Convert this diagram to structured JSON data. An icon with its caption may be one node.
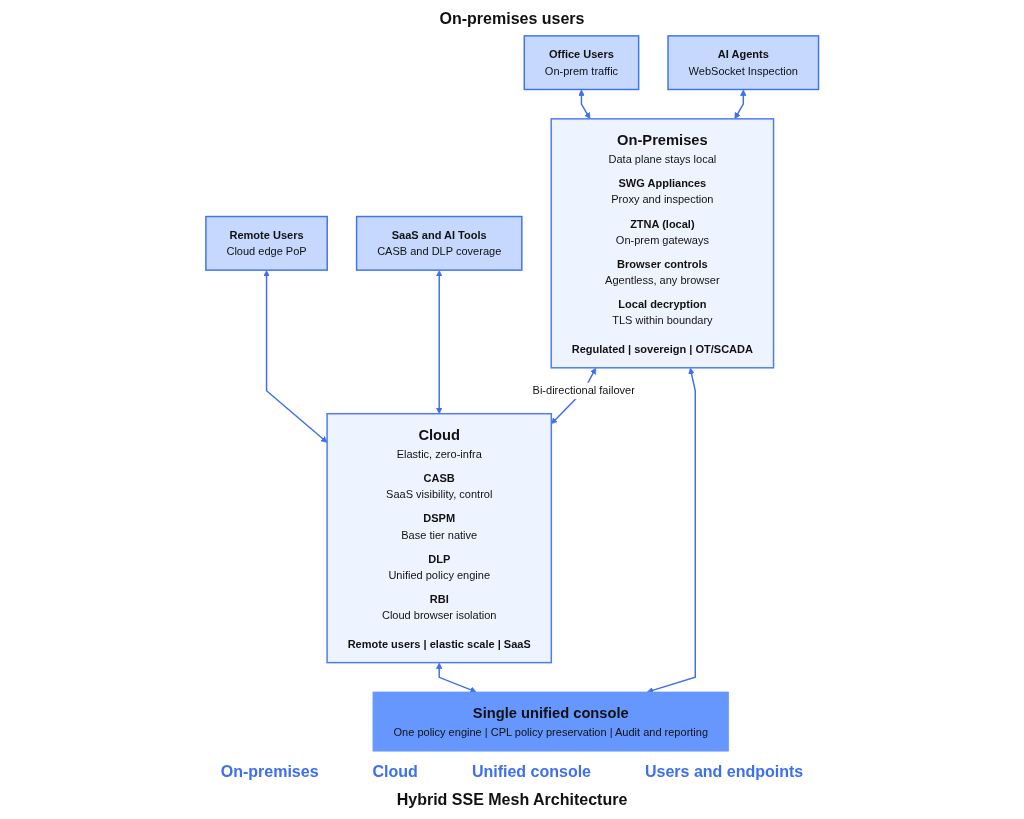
{
  "diagram": {
    "caption": "Hybrid SSE Mesh Architecture",
    "nodes": [
      {
        "text": [
          "Office Users",
          "On-prem traffic"
        ]
      },
      {
        "text": [
          "AI Agents",
          "WebSocket Inspection"
        ]
      },
      {
        "text": [
          "Remote Users",
          "Cloud edge PoP"
        ]
      },
      {
        "text": [
          "SaaS and AI Tools",
          "CASB and DLP coverage"
        ]
      },
      {
        "text": [
          "On-Premises",
          "Data plane stays local",
          "SWG Appliances",
          "Proxy and inspection",
          "ZTNA (local)",
          "On-prem gateways",
          "Browser controls",
          "Agentless, any browser",
          "Local decryption",
          "TLS within boundary",
          "Regulated | sovereign | OT/SCADA"
        ]
      },
      {
        "text": [
          "Cloud",
          "Elastic, zero-infra",
          "CASB",
          "SaaS visibility, control",
          "DSPM",
          "Base tier native",
          "DLP",
          "Unified policy engine",
          "RBI",
          "Cloud browser isolation",
          "Remote users | elastic scale | SaaS"
        ]
      },
      {
        "text": [
          "Single unified console",
          "One policy engine | CPL policy preservation | Audit and reporting"
        ]
      }
    ],
    "edges": [
      {
        "from": 0,
        "to": 4,
        "arrow": "both"
      },
      {
        "from": 1,
        "to": 4,
        "arrow": "both"
      },
      {
        "from": 2,
        "to": 5,
        "arrow": "both"
      },
      {
        "from": 3,
        "to": 5,
        "arrow": "both"
      },
      {
        "from": 4,
        "to": 5,
        "arrow": "both",
        "label": "Bi-directional failover"
      },
      {
        "from": 4,
        "to": 6,
        "arrow": "both"
      },
      {
        "from": 5,
        "to": 6,
        "arrow": "both"
      }
    ],
    "labels": [
      "On-premises users",
      "On-premises",
      "Cloud",
      "Unified console",
      "Users and endpoints"
    ]
  }
}
